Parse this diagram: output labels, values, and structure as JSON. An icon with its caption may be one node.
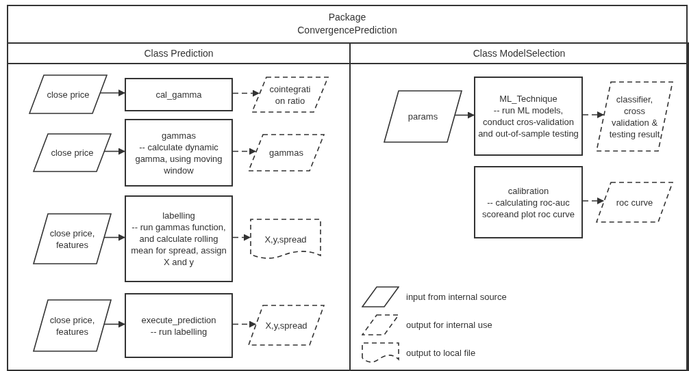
{
  "diagram": {
    "nodes": [
      {
        "text": [
          "Package ConvergencePrediction"
        ]
      },
      {
        "text": [
          "Class Prediction"
        ],
        "in": 0
      },
      {
        "text": [
          "Class ModelSelection"
        ],
        "in": 0
      },
      {
        "text": [
          "close price"
        ],
        "in": 1
      },
      {
        "text": [
          "cal_gamma"
        ],
        "in": 1
      },
      {
        "text": [
          "cointegrati on ratio"
        ],
        "in": 1
      },
      {
        "text": [
          "close price"
        ],
        "in": 1
      },
      {
        "text": [
          "gammas",
          "-- calculate dynamic gamma, using moving window"
        ],
        "in": 1
      },
      {
        "text": [
          "gammas"
        ],
        "in": 1
      },
      {
        "text": [
          "close price, features"
        ],
        "in": 1
      },
      {
        "text": [
          "labelling",
          "-- run gammas function, and calculate rolling mean for spread, assign X and y"
        ],
        "in": 1
      },
      {
        "text": [
          "X,y,spread"
        ],
        "in": 1
      },
      {
        "text": [
          "close price, features"
        ],
        "in": 1
      },
      {
        "text": [
          "execute_prediction",
          "-- run labelling"
        ],
        "in": 1
      },
      {
        "text": [
          "X,y,spread"
        ],
        "in": 1
      },
      {
        "text": [
          "params"
        ],
        "in": 2
      },
      {
        "text": [
          "ML_Technique",
          "-- run ML models, conduct cros-validation and out-of-sample testing"
        ],
        "in": 2
      },
      {
        "text": [
          "classifier, cross validation & testing result"
        ],
        "in": 2
      },
      {
        "text": [
          "calibration",
          "-- calculating roc-auc scoreand plot roc curve"
        ],
        "in": 2
      },
      {
        "text": [
          "roc curve"
        ],
        "in": 2
      }
    ],
    "edges": [
      {
        "from": 3,
        "to": 4,
        "arrow": "to"
      },
      {
        "from": 4,
        "to": 5,
        "arrow": "to",
        "style": "dashed"
      },
      {
        "from": 6,
        "to": 7,
        "arrow": "to"
      },
      {
        "from": 7,
        "to": 8,
        "arrow": "to",
        "style": "dashed"
      },
      {
        "from": 9,
        "to": 10,
        "arrow": "to"
      },
      {
        "from": 10,
        "to": 11,
        "arrow": "to",
        "style": "dashed"
      },
      {
        "from": 12,
        "to": 13,
        "arrow": "to"
      },
      {
        "from": 13,
        "to": 14,
        "arrow": "to",
        "style": "dashed"
      },
      {
        "from": 15,
        "to": 16,
        "arrow": "to"
      },
      {
        "from": 16,
        "to": 17,
        "arrow": "to",
        "style": "dashed"
      },
      {
        "from": 18,
        "to": 19,
        "arrow": "to",
        "style": "dashed"
      }
    ],
    "legend": [
      {
        "text": "input from internal source"
      },
      {
        "text": "output for internal use"
      },
      {
        "text": "output to local file"
      }
    ]
  }
}
